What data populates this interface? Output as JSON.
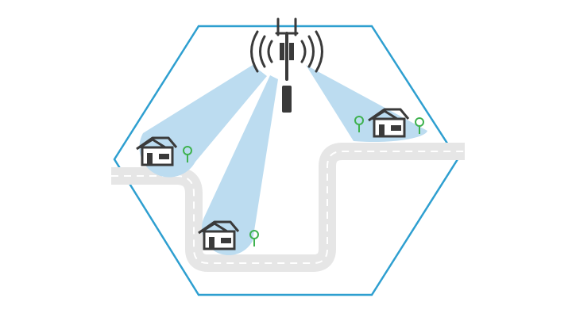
{
  "diagram": {
    "colors": {
      "hex_border": "#2e9fd0",
      "beam": "#bcdcf0",
      "road": "#e6e6e6",
      "road_dash": "#ffffff",
      "icon": "#3a3a3a",
      "tree": "#3fb24f",
      "background": "#ffffff"
    },
    "elements": {
      "tower": "cell-tower-icon",
      "houses": [
        "house-icon-left",
        "house-icon-bottom",
        "house-icon-right"
      ],
      "trees": [
        "tree-icon-left",
        "tree-icon-bottom",
        "tree-icon-right-a",
        "tree-icon-right-b"
      ]
    }
  }
}
